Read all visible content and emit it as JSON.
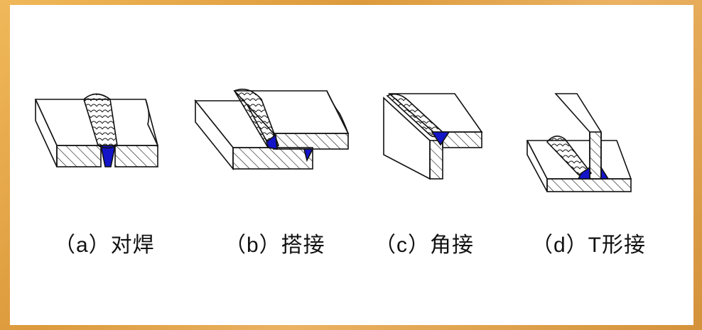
{
  "labels": {
    "butt": "（a）对焊",
    "lap": "（b）搭接",
    "corner": "（c）角接",
    "tee": "（d）T形接"
  },
  "colors": {
    "frame": "#e6a84a",
    "panel": "#ffffff",
    "outline": "#111111",
    "weld_root": "#1414c8"
  }
}
